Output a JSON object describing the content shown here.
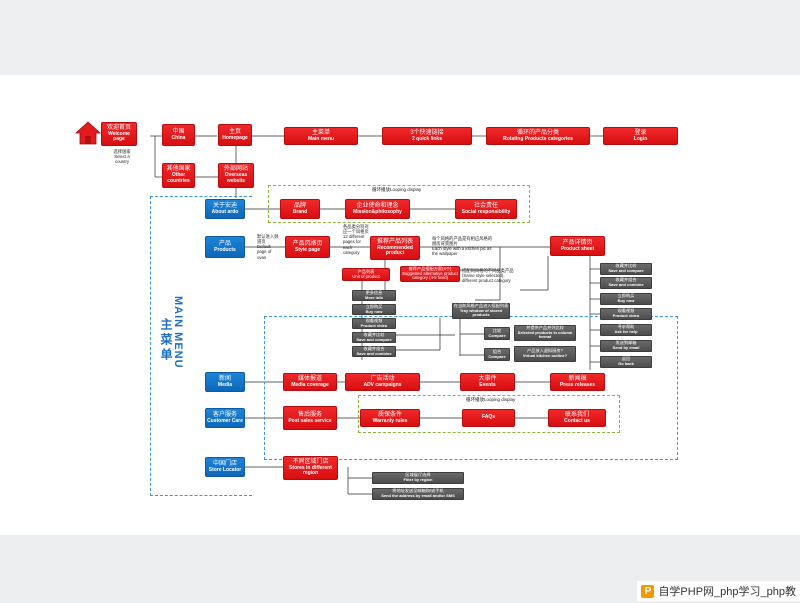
{
  "home": {
    "zh": "欢迎首页",
    "en": "Welcome page",
    "note_zh": "选择国家",
    "note_en": "Select a country"
  },
  "china": {
    "zh": "中国",
    "en": "China"
  },
  "homepage": {
    "zh": "主页",
    "en": "Homepage"
  },
  "main_menu": {
    "zh": "主菜单",
    "en": "Main menu"
  },
  "quick_links": {
    "zh": "3个快速链接",
    "en": "2 quick links"
  },
  "rotating": {
    "zh": "循环的产品分类",
    "en": "Rotating Products categories"
  },
  "login": {
    "zh": "登录",
    "en": "Login"
  },
  "other_countries": {
    "zh": "其他国家",
    "en": "Other countries"
  },
  "overseas": {
    "zh": "外部网站",
    "en": "Overseas website"
  },
  "loop1": "循环播放Looping display",
  "loop2": "循环播放Looping display",
  "about": {
    "zh": "关于安迪",
    "en": "About ardo"
  },
  "brand": {
    "zh": "品牌",
    "en": "Brand"
  },
  "mission": {
    "zh": "企业使命和理念",
    "en": "Mission&philosophy"
  },
  "social": {
    "zh": "社会责任",
    "en": "Social responsibility"
  },
  "products": {
    "zh": "产品",
    "en": "Products"
  },
  "default_note": {
    "zh": "默认进入频道页",
    "en": "Default page of ovas"
  },
  "style_page": {
    "zh": "产品风格页",
    "en": "Style page"
  },
  "cat_note": {
    "zh": "各品类分别对应一个风格页",
    "en": "12 different pages for each category"
  },
  "recommended": {
    "zh": "推荐产品列表",
    "en": "Recommended product"
  },
  "kitchen_note": {
    "zh": "每个风格的产品是有相应风格的厨房背景图片",
    "en": "Each style with a kitchen pic as the wallpaper"
  },
  "unit": {
    "zh": "产品列表",
    "en": "Unit of product"
  },
  "suggested": {
    "zh": "推荐产品搭配方案(4个)",
    "en": "Suggested alternative product category (4-5 fixed)"
  },
  "same_style_note": {
    "zh": "搭配同风格的不同品类产品",
    "en": "(Same style selected), different product category"
  },
  "product_sheet": {
    "zh": "产品详情页",
    "en": "Product sheet"
  },
  "tray": {
    "zh": "在当前风格产品进入搭配列表",
    "en": "Tray window of stored products"
  },
  "compare": {
    "zh": "比较",
    "en": "Compare"
  },
  "compare_note": {
    "zh": "并提供产品并列比较",
    "en": "Selected products in column format"
  },
  "combine": {
    "zh": "组合",
    "en": "Compare"
  },
  "virtual_note": {
    "zh": "产品放入虚拟厨房?",
    "en": "Virtual kitchen outline?"
  },
  "list_items": [
    {
      "zh": "更多信息",
      "en": "More info"
    },
    {
      "zh": "立即购买",
      "en": "Buy now"
    },
    {
      "zh": "观看视频",
      "en": "Product video"
    },
    {
      "zh": "收藏并比较",
      "en": "Save and compare"
    },
    {
      "zh": "收藏并组合",
      "en": "Save and combine"
    }
  ],
  "sheet_items": [
    {
      "zh": "收藏并比较",
      "en": "Save and compare"
    },
    {
      "zh": "收藏并组合",
      "en": "Save and combine"
    },
    {
      "zh": "立即购买",
      "en": "Buy now"
    },
    {
      "zh": "观看视频",
      "en": "Product video"
    },
    {
      "zh": "寻求帮助",
      "en": "Ask for help"
    },
    {
      "zh": "发送到邮箱",
      "en": "Send by email"
    },
    {
      "zh": "返回",
      "en": "Go back"
    }
  ],
  "news": {
    "zh": "新闻",
    "en": "Media"
  },
  "media": {
    "zh": "媒体报道",
    "en": "Media coverage"
  },
  "adv": {
    "zh": "广告活动",
    "en": "ADV campaigns"
  },
  "events": {
    "zh": "大事件",
    "en": "Events"
  },
  "press": {
    "zh": "新闻稿",
    "en": "Press releases"
  },
  "service": {
    "zh": "客户服务",
    "en": "Customer Care"
  },
  "post_sales": {
    "zh": "售后服务",
    "en": "Post sales service"
  },
  "warranty": {
    "zh": "质保条件",
    "en": "Warranty rules"
  },
  "faqs": {
    "zh": "",
    "en": "FAQs"
  },
  "contact": {
    "zh": "联系我们",
    "en": "Contact us"
  },
  "store": {
    "zh": "中国门店",
    "en": "Store Locator"
  },
  "stores_regions": {
    "zh": "不同区域门店",
    "en": "Stores in different region"
  },
  "filter": {
    "zh": "区域展厅选择",
    "en": "Filter by region"
  },
  "send_addr": {
    "zh": "将地址发送至邮箱和/或手机",
    "en": "Send the address by email and/or SMS"
  },
  "mainmenu_zh": "主菜单",
  "mainmenu_en": "MAIN MENU",
  "footer_text": "自学PHP网_php学习_php教",
  "colors": {
    "red": "#e31b1e",
    "blue": "#1675c8",
    "gray": "#555555",
    "green_dash": "#8fb13c",
    "blue_dash": "#3b95d6"
  }
}
